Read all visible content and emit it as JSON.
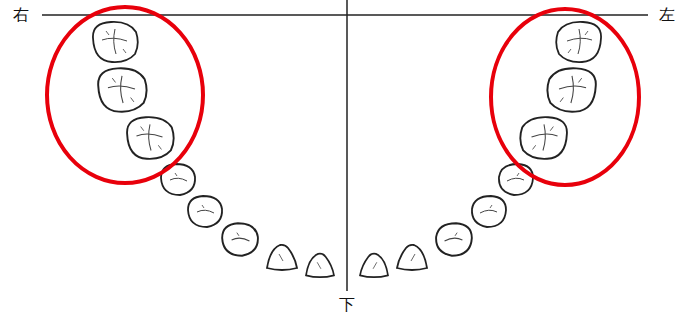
{
  "diagram": {
    "labels": [
      "右",
      "左",
      "下"
    ]
  }
}
